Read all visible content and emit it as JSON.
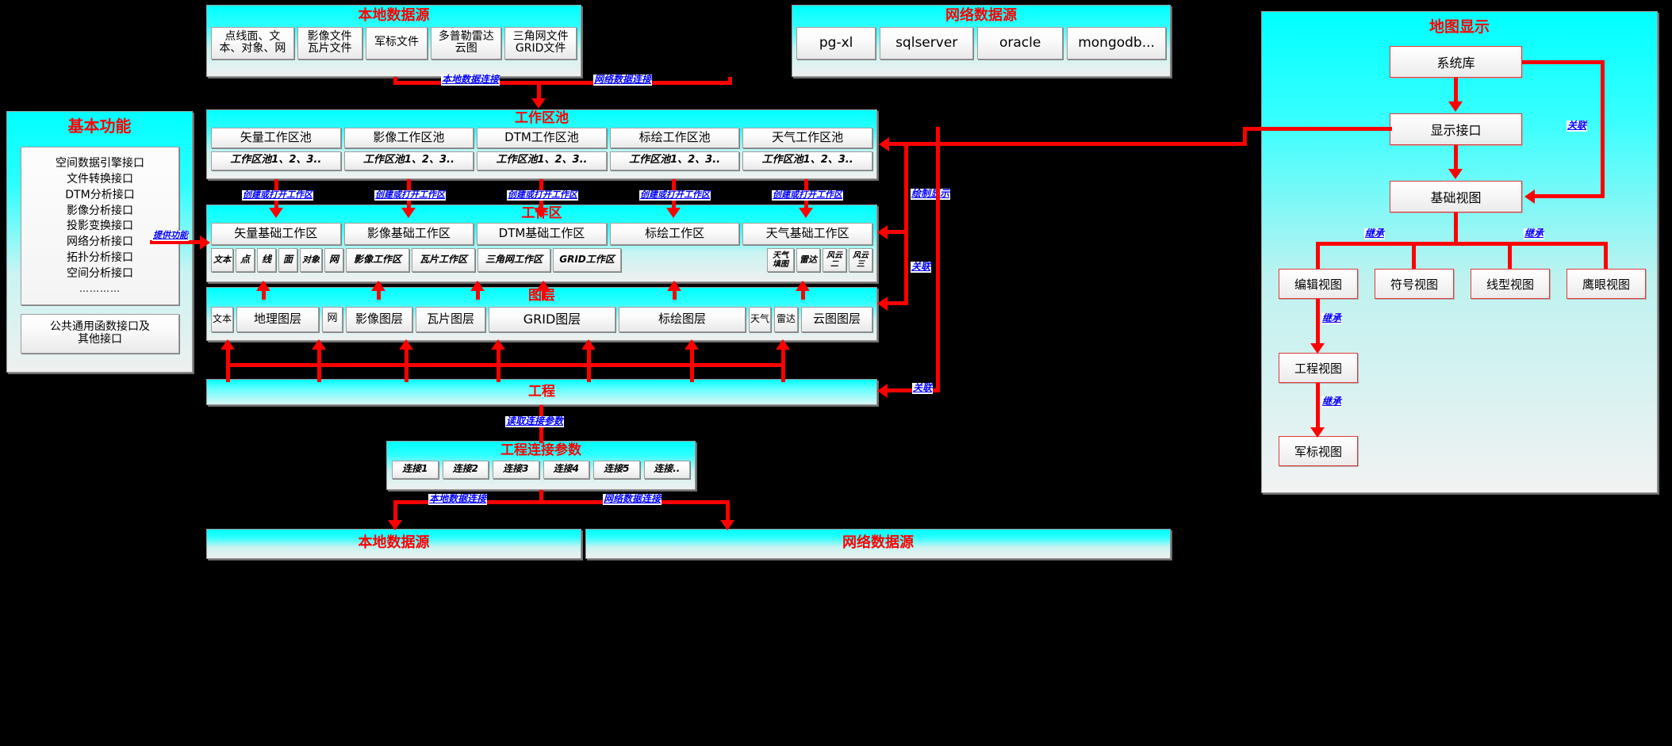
{
  "local_source_top": {
    "title": "本地数据源",
    "items": [
      "点线面、文\n本、对象、网",
      "影像文件\n瓦片文件",
      "军标文件",
      "多普勒雷达\n云图",
      "三角网文件\nGRID文件"
    ]
  },
  "network_source_top": {
    "title": "网络数据源",
    "items": [
      "pg-xl",
      "sqlserver",
      "oracle",
      "mongodb..."
    ]
  },
  "basic_functions": {
    "title": "基本功能",
    "interfaces": [
      "空间数据引擎接口",
      "文件转换接口",
      "DTM分析接口",
      "影像分析接口",
      "投影变换接口",
      "网络分析接口",
      "拓扑分析接口",
      "空间分析接口",
      "…………"
    ],
    "common_box": "公共通用函数接口及\n其他接口"
  },
  "workspace_pool": {
    "title": "工作区池",
    "columns": [
      "矢量工作区池",
      "影像工作区池",
      "DTM工作区池",
      "标绘工作区池",
      "天气工作区池"
    ],
    "sub_label": "工作区池1、2、3.."
  },
  "workspace": {
    "title": "工作区",
    "columns": [
      "矢量基础工作区",
      "影像基础工作区",
      "DTM基础工作区",
      "标绘工作区",
      "天气基础工作区"
    ],
    "chips": [
      "文本",
      "点",
      "线",
      "面",
      "对象",
      "网",
      "影像工作区",
      "瓦片工作区",
      "三角网工作区",
      "GRID工作区",
      "天气\n填图",
      "雷达",
      "风云\n二",
      "风云\n三"
    ]
  },
  "layers": {
    "title": "图层",
    "items": [
      "文本",
      "地理图层",
      "网",
      "影像图层",
      "瓦片图层",
      "GRID图层",
      "标绘图层",
      "天气",
      "雷达",
      "云图图层"
    ]
  },
  "project": {
    "title": "工程"
  },
  "project_params": {
    "title": "工程连接参数",
    "items": [
      "连接1",
      "连接2",
      "连接3",
      "连接4",
      "连接5",
      "连接.."
    ]
  },
  "local_source_bottom": {
    "title": "本地数据源"
  },
  "network_source_bottom": {
    "title": "网络数据源"
  },
  "map_display": {
    "title": "地图显示",
    "nodes": {
      "system_db": "系统库",
      "display_interface": "显示接口",
      "base_view": "基础视图",
      "edit_view": "编辑视图",
      "symbol_view": "符号视图",
      "line_view": "线型视图",
      "eagle_view": "鹰眼视图",
      "project_view": "工程视图",
      "military_view": "军标视图"
    }
  },
  "edge_labels": {
    "local_data_connection": "本地数据连接",
    "network_data_connection": "网络数据连接",
    "create_or_open_workspace": "创建或打开工作区",
    "provide_function": "提供功能",
    "render_display": "绘制显示",
    "association": "关联",
    "inheritance": "继承",
    "read_connection_params": "读取连接参数"
  },
  "colors": {
    "accent_red": "#ff0000",
    "label_blue": "#0000ff",
    "panel_cyan": "#00ffff",
    "background": "#000000"
  }
}
